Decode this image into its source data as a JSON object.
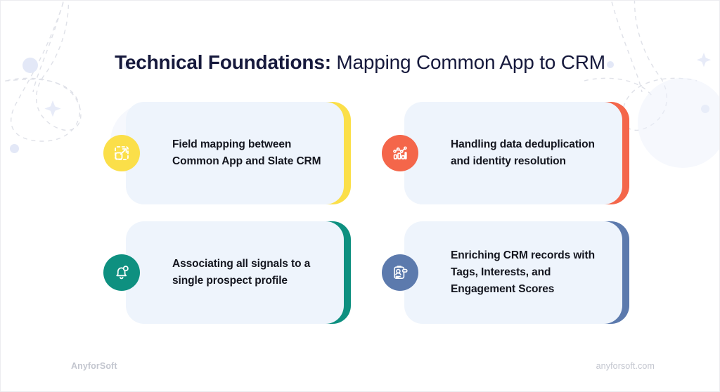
{
  "slide": {
    "background_color": "#ffffff",
    "card_background": "#eef4fc",
    "title_color": "#16193c"
  },
  "title": {
    "bold_part": "Technical Foundations:",
    "regular_part": "Mapping Common App to CRM"
  },
  "cards": [
    {
      "text": "Field mapping between Common App and Slate CRM",
      "icon": "expand-resize-icon",
      "accent_color": "#fbdf49",
      "icon_bg_color": "#fbdf49"
    },
    {
      "text": "Handling data deduplication and identity resolution",
      "icon": "bar-chart-line-icon",
      "accent_color": "#f4664a",
      "icon_bg_color": "#f4664a"
    },
    {
      "text": "Associating all signals to a single prospect profile",
      "icon": "bell-notification-icon",
      "accent_color": "#0e9080",
      "icon_bg_color": "#0e9080"
    },
    {
      "text": "Enriching CRM records with Tags, Interests, and Engagement Scores",
      "icon": "profile-card-icon",
      "accent_color": "#5c7aad",
      "icon_bg_color": "#5c7aad"
    }
  ],
  "footer": {
    "brand": "AnyforSoft",
    "website": "anyforsoft.com"
  },
  "decorations": {
    "dashed_loop_color": "#dfe1e8",
    "dot_color": "#e3e8f7",
    "sparkle_color": "#e7ebf8"
  }
}
